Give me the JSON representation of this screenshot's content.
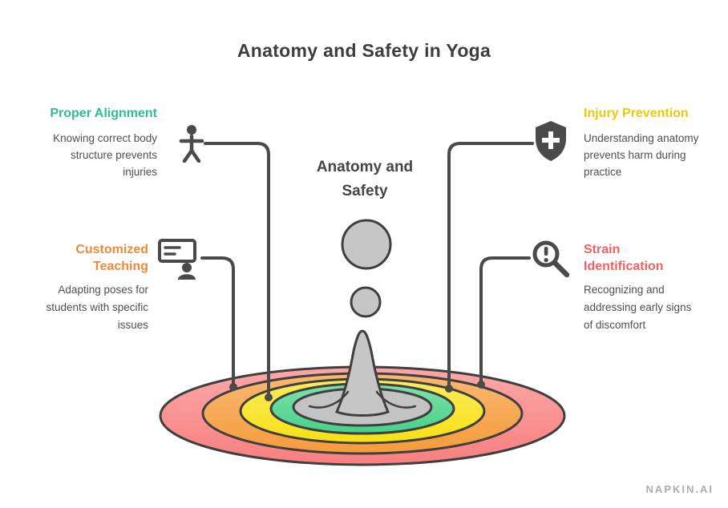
{
  "title": "Anatomy and Safety in Yoga",
  "center_label": {
    "line1": "Anatomy and",
    "line2": "Safety"
  },
  "watermark": "NAPKIN.AI",
  "callouts": [
    {
      "id": "proper-alignment",
      "heading": "Proper Alignment",
      "heading_color": "#2fbe8c",
      "body_lines": [
        "Knowing correct body",
        "structure prevents",
        "injuries"
      ],
      "icon": "posture-alignment-icon"
    },
    {
      "id": "injury-prevention",
      "heading": "Injury Prevention",
      "heading_color": "#eec70b",
      "body_lines": [
        "Understanding anatomy",
        "prevents harm during",
        "practice"
      ],
      "icon": "shield-icon"
    },
    {
      "id": "customized-teaching",
      "heading_lines": [
        "Customized",
        "Teaching"
      ],
      "heading_color": "#ee8a3c",
      "body_lines": [
        "Adapting poses for",
        "students with specific",
        "issues"
      ],
      "icon": "teaching-icon"
    },
    {
      "id": "strain-identification",
      "heading_lines": [
        "Strain",
        "Identification"
      ],
      "heading_color": "#f26060",
      "body_lines": [
        "Recognizing and",
        "addressing early signs",
        "of discomfort"
      ],
      "icon": "magnifier-icon"
    }
  ],
  "ripple": {
    "outline_color": "#3f3f3f",
    "connector_color": "#4a4a4a",
    "splash_color": "#c6c6c6",
    "rings": [
      {
        "name": "outer",
        "color": "#f98a8a"
      },
      {
        "name": "second",
        "color": "#f6a44c"
      },
      {
        "name": "third",
        "color": "#f8e41f"
      },
      {
        "name": "fourth",
        "color": "#4ed58f"
      },
      {
        "name": "pool",
        "color": "#c3c3c3"
      }
    ]
  }
}
